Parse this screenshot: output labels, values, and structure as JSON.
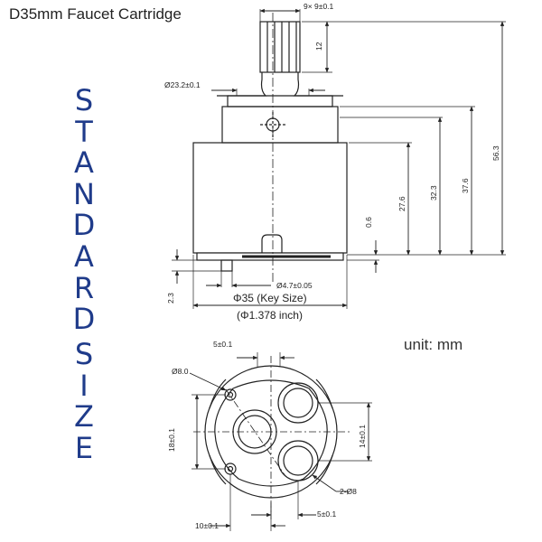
{
  "title": "D35mm Faucet Cartridge",
  "vertical_text_1": [
    "S",
    "T",
    "A",
    "N",
    "D",
    "A",
    "R",
    "D"
  ],
  "vertical_text_2": [
    "S",
    "I",
    "Z",
    "E"
  ],
  "unit_text": "unit: mm",
  "side_view": {
    "dim_spline": "9× 9±0.1",
    "dim_spline_height": "12",
    "dim_neck": "Ø23.2±0.1",
    "dim_total": "56.3",
    "dim_body_top": "37.6",
    "dim_body_mid": "32.3",
    "dim_body_low": "27.6",
    "dim_base_gap": "0.6",
    "dim_pin": "Ø4.7±0.05",
    "dim_base_step": "2.3",
    "key_size": "Φ35 (Key Size)",
    "key_size_inch": "(Φ1.378 inch)"
  },
  "bottom_view": {
    "dim_top_width": "5±0.1",
    "dim_hole": "Ø8.0",
    "dim_left_vertical": "18±0.1",
    "dim_right_vertical": "14±0.1",
    "dim_ports": "2-Ø8",
    "dim_bottom_right": "5±0.1",
    "dim_bottom_left": "10±0.1"
  }
}
